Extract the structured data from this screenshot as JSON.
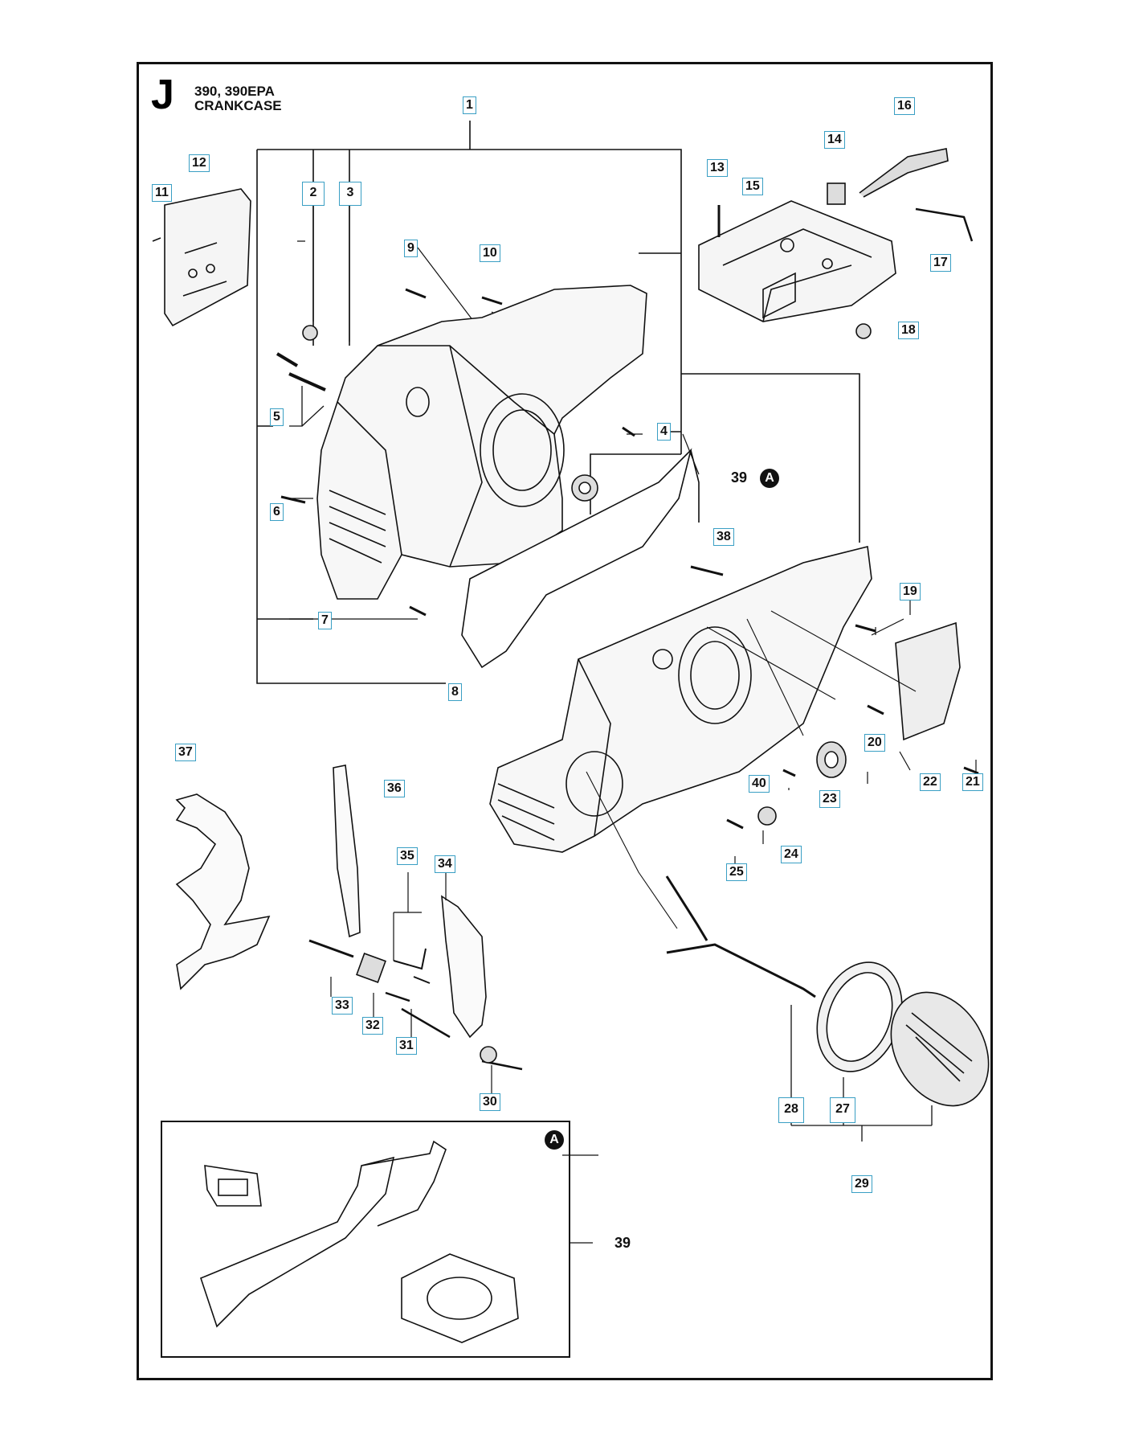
{
  "header": {
    "letter": "J",
    "models": "390, 390EPA",
    "name": "CRANKCASE"
  },
  "callouts": [
    "1",
    "2",
    "3",
    "4",
    "5",
    "6",
    "7",
    "8",
    "9",
    "10",
    "11",
    "12",
    "13",
    "14",
    "15",
    "16",
    "17",
    "18",
    "19",
    "20",
    "21",
    "22",
    "23",
    "24",
    "25",
    "27",
    "28",
    "29",
    "30",
    "31",
    "32",
    "33",
    "34",
    "35",
    "36",
    "37",
    "38",
    "39",
    "40"
  ],
  "inset": {
    "marker": "A",
    "part_number": "39"
  },
  "detail_marker": "A"
}
